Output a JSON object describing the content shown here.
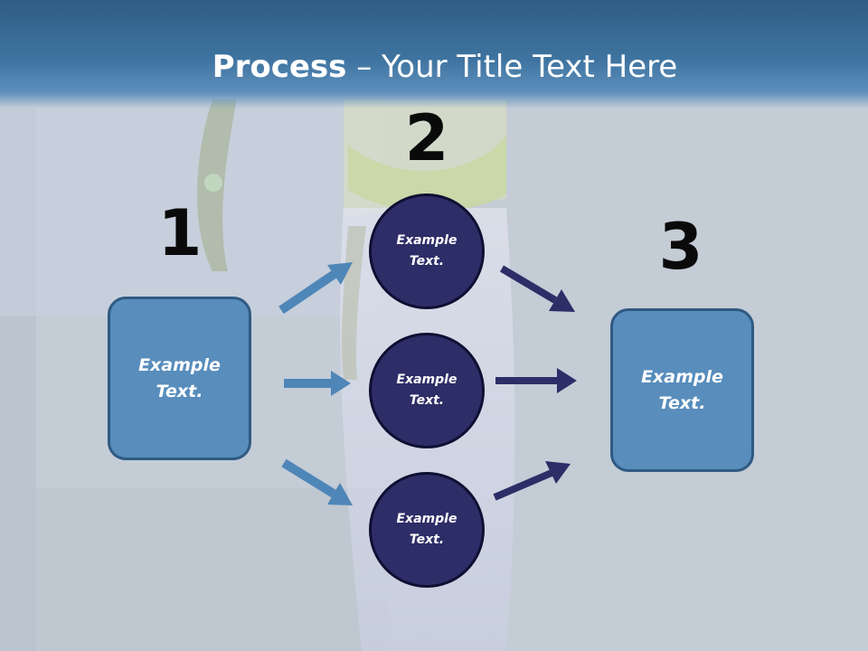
{
  "title": {
    "bold": "Process",
    "rest": " – Your Title Text Here"
  },
  "steps": {
    "step1": {
      "number": "1",
      "line1": "Example",
      "line2": "Text."
    },
    "step2": {
      "number": "2",
      "circles": [
        {
          "line1": "Example",
          "line2": "Text."
        },
        {
          "line1": "Example",
          "line2": "Text."
        },
        {
          "line1": "Example",
          "line2": "Text."
        }
      ]
    },
    "step3": {
      "number": "3",
      "line1": "Example",
      "line2": "Text."
    }
  },
  "colors": {
    "box_fill": "#588dbc",
    "circle_fill": "#2d2e67",
    "arrow_light": "#4f86b8",
    "arrow_dark": "#2d2e67",
    "title_bar": "#3a6e99"
  }
}
